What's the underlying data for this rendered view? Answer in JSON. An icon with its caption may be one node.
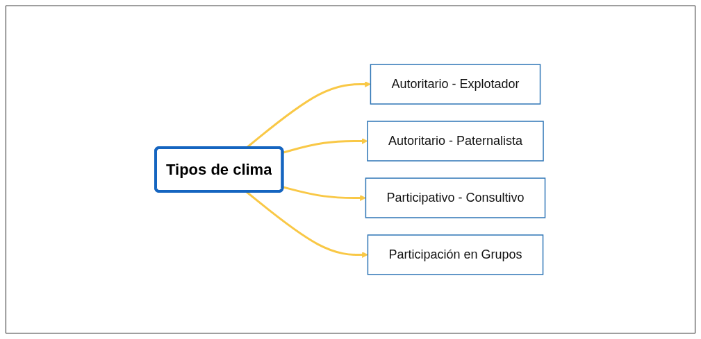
{
  "diagram": {
    "nodes": [
      {
        "text": [
          "Tipos de clima"
        ]
      },
      {
        "text": [
          "Autoritario - Explotador"
        ]
      },
      {
        "text": [
          "Autoritario - Paternalista"
        ]
      },
      {
        "text": [
          "Participativo - Consultivo"
        ]
      },
      {
        "text": [
          "Participación en Grupos"
        ]
      }
    ],
    "edges": [
      {
        "from": 0,
        "to": 1,
        "arrow": "to"
      },
      {
        "from": 0,
        "to": 2,
        "arrow": "to"
      },
      {
        "from": 0,
        "to": 3,
        "arrow": "to"
      },
      {
        "from": 0,
        "to": 4,
        "arrow": "to"
      }
    ]
  }
}
